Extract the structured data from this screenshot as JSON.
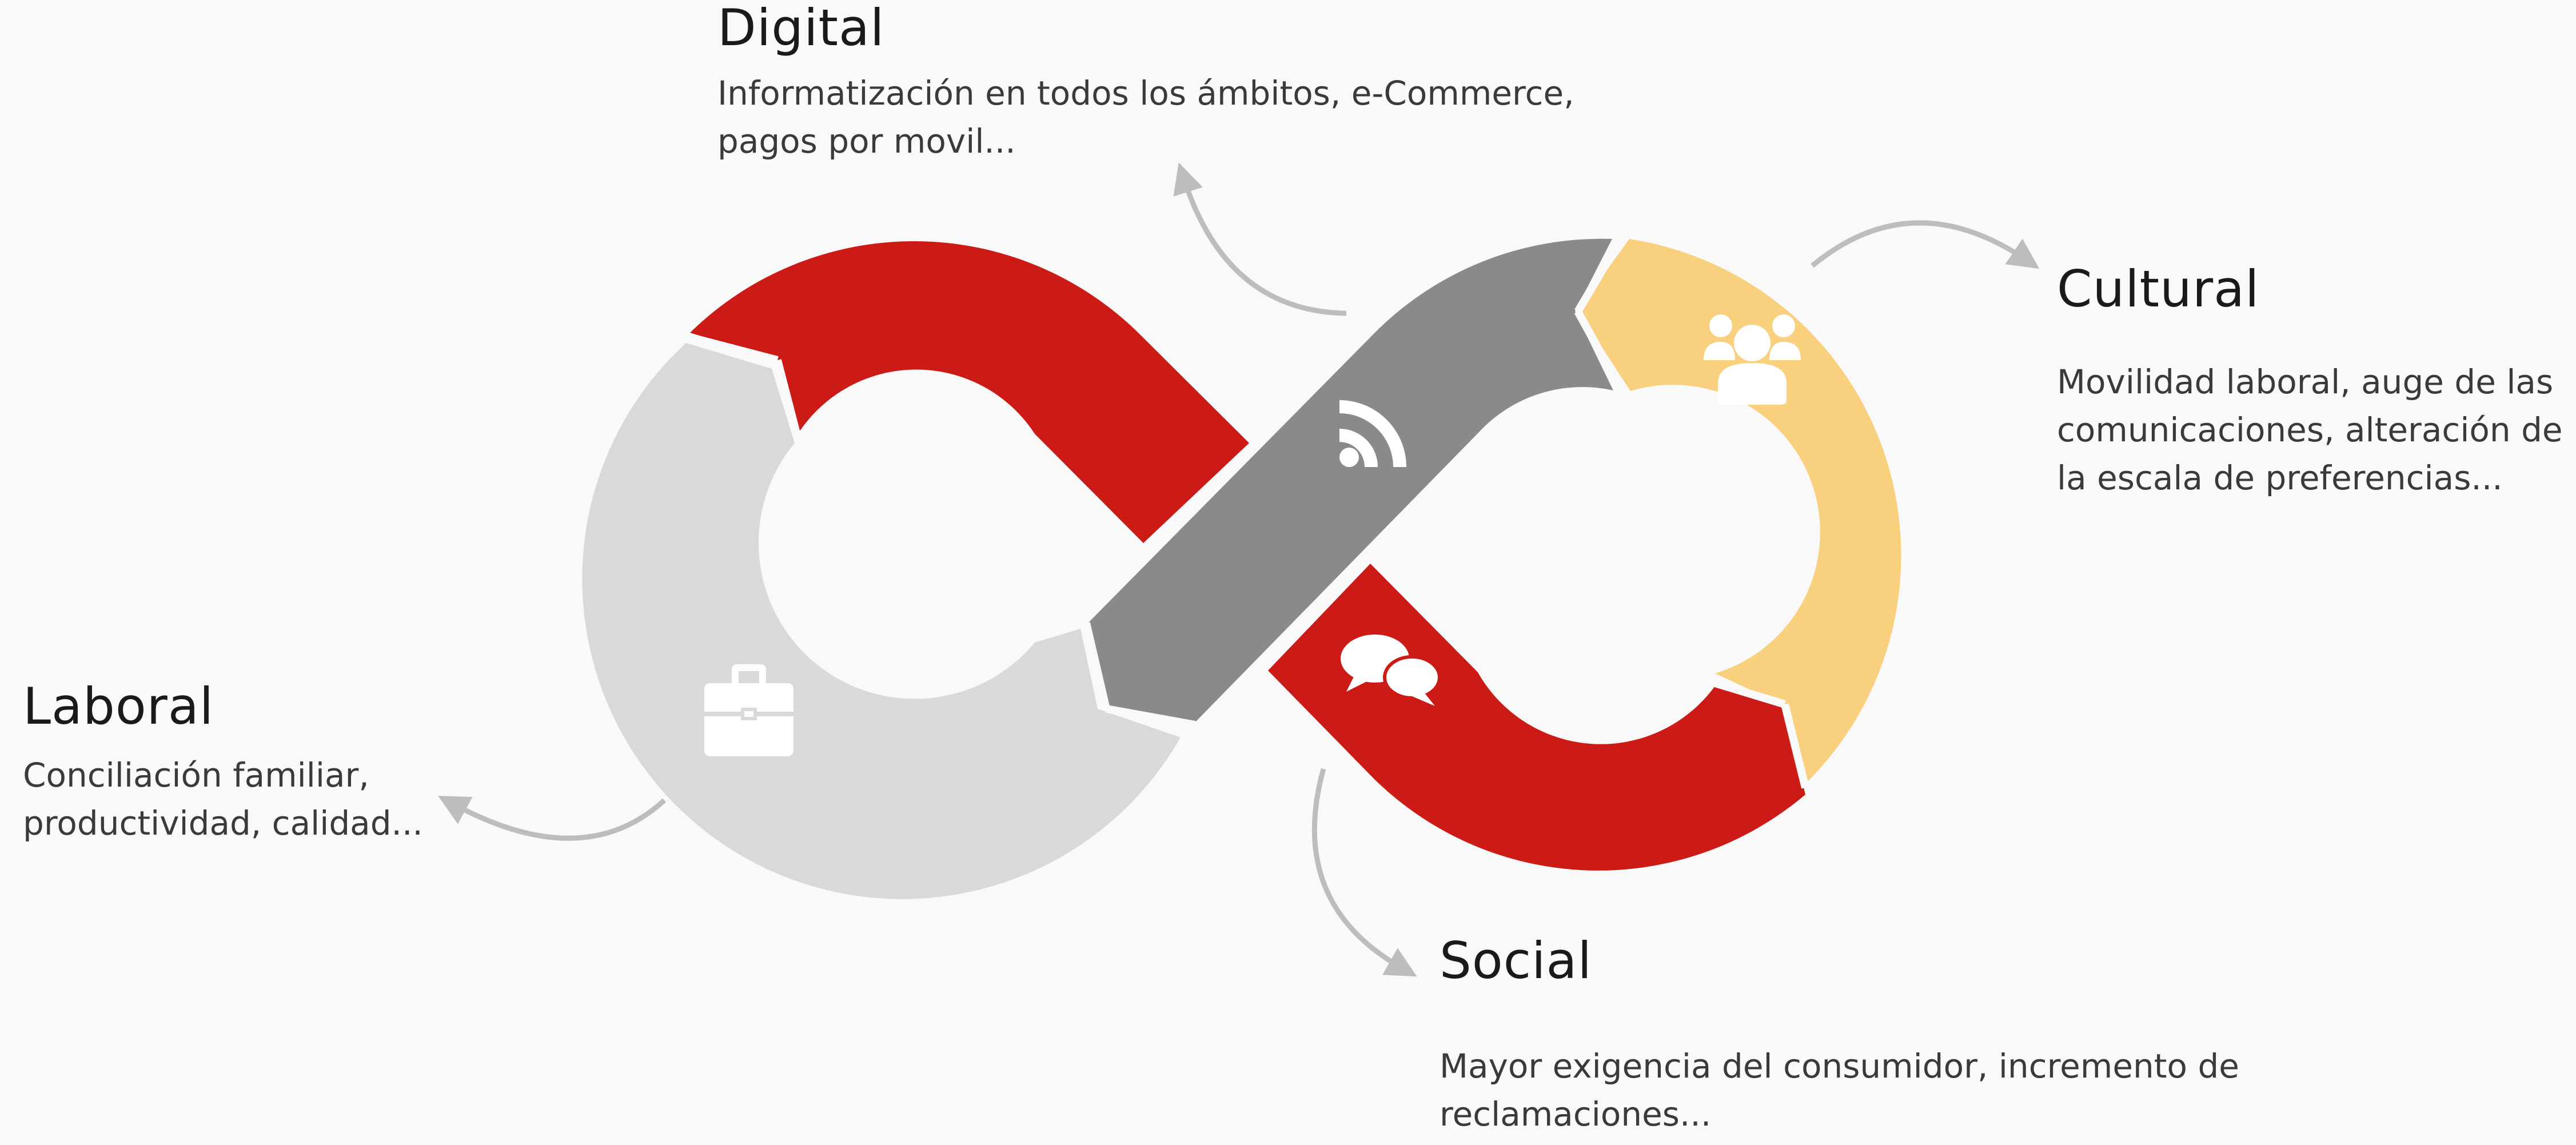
{
  "sections": {
    "digital": {
      "title": "Digital",
      "desc": [
        "Informatización en todos los ámbitos, e-Commerce,",
        "pagos por movil..."
      ],
      "icon": "rss-icon",
      "color": "#8a8a8a"
    },
    "cultural": {
      "title": "Cultural",
      "desc": [
        "Movilidad laboral, auge de las",
        "comunicaciones, alteración de",
        "la escala de preferencias..."
      ],
      "icon": "group-icon",
      "color": "#f9d07e"
    },
    "social": {
      "title": "Social",
      "desc": [
        "Mayor exigencia del consumidor, incremento de",
        "reclamaciones..."
      ],
      "icon": "chat-bubbles-icon",
      "color": "#cc1b16"
    },
    "laboral": {
      "title": "Laboral",
      "desc": [
        "Conciliación familiar,",
        "productividad, calidad..."
      ],
      "icon": "briefcase-icon",
      "color": "#d9d9d9"
    }
  },
  "colors": {
    "red": "#cc1b16",
    "gray": "#8a8a8a",
    "light_gray": "#d9d9d9",
    "yellow": "#f9d07e",
    "arrow": "#bdbdbd",
    "background": "#f9f9f9"
  }
}
